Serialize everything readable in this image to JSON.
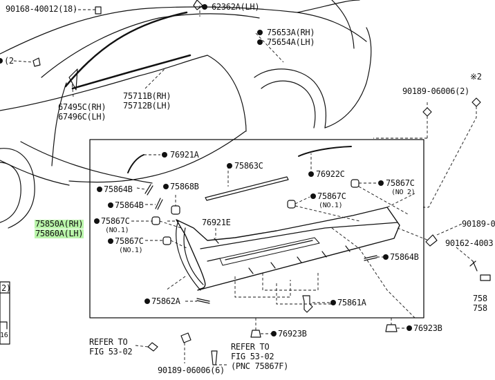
{
  "labels": {
    "p90168": "90168-40012(18)",
    "p62362": "62362A(LH)",
    "p75653": "75653A(RH)",
    "p75654": "75654A(LH)",
    "pLeft2": "(2",
    "p75711": "75711B(RH)",
    "p75712": "75712B(LH)",
    "p67495": "67495C(RH)",
    "p67496": "67496C(LH)",
    "pNote2": "※2",
    "p90189a": "90189-06006(2)",
    "p76921a": "76921A",
    "p75863c": "75863C",
    "p76922c": "76922C",
    "p75864b_1": "75864B",
    "p75868b": "75868B",
    "p75867c_r1": "75867C",
    "p75867c_r1_note": "(NO 2)",
    "p75864b_2": "75864B",
    "p75867c_r2": "75867C",
    "p75867c_r2_note": "(NO.1)",
    "p75850a": "75850A(RH)",
    "p75860a": "75860A(LH)",
    "p75867c_l1": "75867C",
    "p75867c_l1_note": "(NO.1)",
    "p76921e": "76921E",
    "p75867c_l2": "75867C",
    "p75867c_l2_note": "(NO.1)",
    "p90189b": "90189-0",
    "p90162": "90162-4003",
    "p75864b_3": "75864B",
    "p75862a": "75862A",
    "p75861a": "75861A",
    "p758r1": "758",
    "p758r2": "758",
    "pLeftBox": "2)",
    "pLeftBoxNum": "16",
    "p76923b_1": "76923B",
    "p76923b_2": "76923B",
    "pRefer1a": "REFER TO",
    "pRefer1b": "FIG 53-02",
    "pRefer2a": "REFER TO",
    "pRefer2b": "FIG 53-02",
    "pRefer2c": "(PNC 75867F)",
    "p90189c": "90189-06006(6)"
  }
}
